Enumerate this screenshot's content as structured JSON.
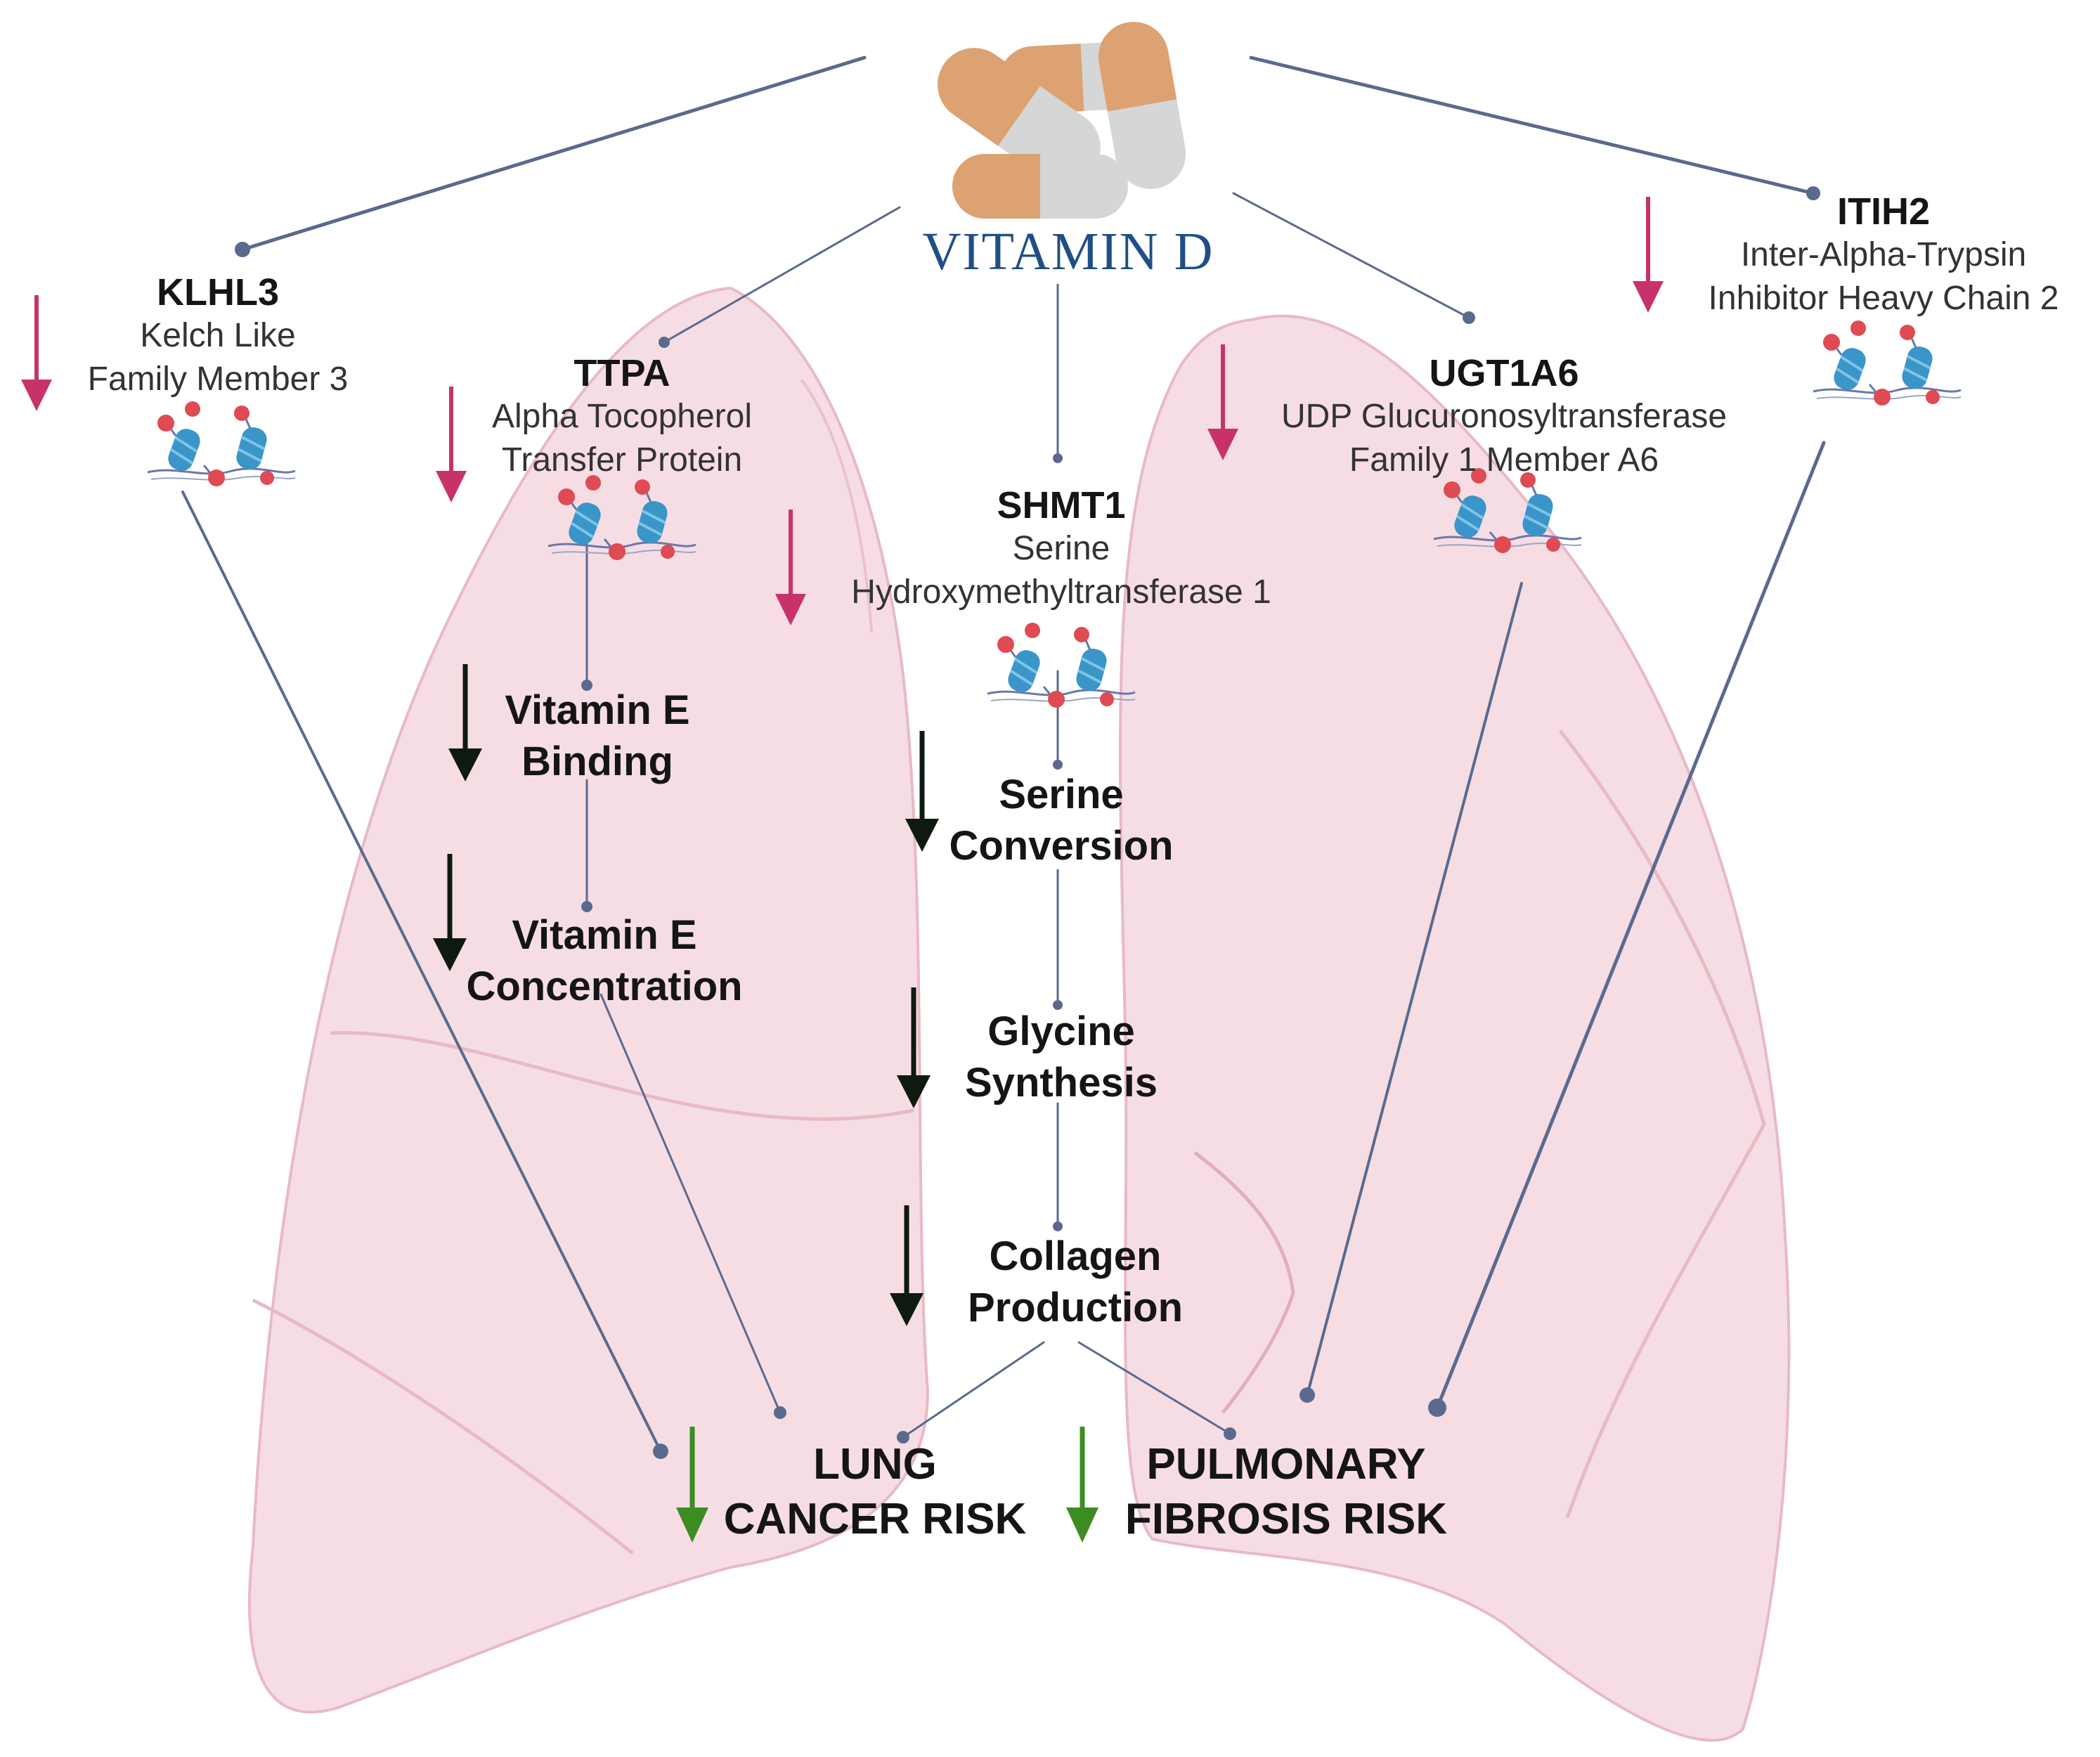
{
  "title": "VITAMIN D",
  "genes": {
    "klhl3": {
      "symbol": "KLHL3",
      "line1": "Kelch Like",
      "line2": "Family Member 3"
    },
    "ttpa": {
      "symbol": "TTPA",
      "line1": "Alpha Tocopherol",
      "line2": "Transfer Protein"
    },
    "shmt1": {
      "symbol": "SHMT1",
      "line1": "Serine",
      "line2": "Hydroxymethyltransferase 1"
    },
    "ugt1a6": {
      "symbol": "UGT1A6",
      "line1": "UDP Glucuronosyltransferase",
      "line2": "Family 1 Member A6"
    },
    "itih2": {
      "symbol": "ITIH2",
      "line1": "Inter-Alpha-Trypsin",
      "line2": "Inhibitor Heavy Chain 2"
    }
  },
  "steps": {
    "vitamin_e_binding": {
      "line1": "Vitamin E",
      "line2": "Binding"
    },
    "vitamin_e_concentration": {
      "line1": "Vitamin E",
      "line2": "Concentration"
    },
    "serine_conversion": {
      "line1": "Serine",
      "line2": "Conversion"
    },
    "glycine_synthesis": {
      "line1": "Glycine",
      "line2": "Synthesis"
    },
    "collagen_production": {
      "line1": "Collagen",
      "line2": "Production"
    }
  },
  "outcomes": {
    "lung_cancer": {
      "line1": "LUNG",
      "line2": "CANCER RISK"
    },
    "pulmonary_fibrosis": {
      "line1": "PULMONARY",
      "line2": "FIBROSIS RISK"
    }
  },
  "colors": {
    "title": "#1e4f86",
    "connector": "#5a6a8e",
    "down_arrow_gene": "#c8326a",
    "down_arrow_process": "#0e1a10",
    "down_arrow_risk": "#3d8c21",
    "lung": "#f6dde4",
    "lung_outline": "#e8b9c6",
    "capsule_orange": "#dca272",
    "capsule_gray": "#d6d6d6"
  },
  "icons": [
    "capsules-icon",
    "protein-icon",
    "arrow-down-icon",
    "lungs-icon"
  ]
}
